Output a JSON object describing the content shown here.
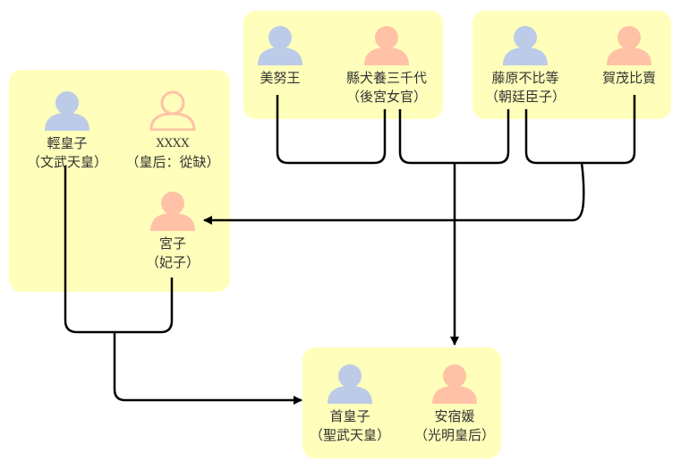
{
  "colors": {
    "male": "#bccbe8",
    "female": "#ffc2a6",
    "group_bg": "#ffffbb",
    "line": "#000000"
  },
  "groups": [
    {
      "id": "top-left-couple",
      "members": [
        "美努王",
        "縣犬養三千代"
      ]
    },
    {
      "id": "top-right-couple",
      "members": [
        "藤原不比等",
        "賀茂比賣"
      ]
    },
    {
      "id": "left-family",
      "members": [
        "輕皇子",
        "XXXX",
        "宮子"
      ]
    },
    {
      "id": "bottom-couple",
      "members": [
        "首皇子",
        "安宿媛"
      ]
    }
  ],
  "people": {
    "mino": {
      "name": "美努王",
      "role": "",
      "gender": "male",
      "icon": "person-filled-icon"
    },
    "michiyo": {
      "name": "縣犬養三千代",
      "role": "（後宮女官）",
      "gender": "female",
      "icon": "person-filled-icon"
    },
    "fuhito": {
      "name": "藤原不比等",
      "role": "（朝廷臣子）",
      "gender": "male",
      "icon": "person-filled-icon"
    },
    "kamo": {
      "name": "賀茂比賣",
      "role": "",
      "gender": "female",
      "icon": "person-filled-icon"
    },
    "karu": {
      "name": "輕皇子",
      "role": "（文武天皇）",
      "gender": "male",
      "icon": "person-filled-icon"
    },
    "empress": {
      "name": "XXXX",
      "role": "（皇后：從缺）",
      "gender": "female",
      "icon": "person-outline-icon"
    },
    "miyako": {
      "name": "宮子",
      "role": "（妃子）",
      "gender": "female",
      "icon": "person-filled-icon"
    },
    "obito": {
      "name": "首皇子",
      "role": "（聖武天皇）",
      "gender": "male",
      "icon": "person-filled-icon"
    },
    "asukabe": {
      "name": "安宿媛",
      "role": "（光明皇后）",
      "gender": "female",
      "icon": "person-filled-icon"
    }
  }
}
